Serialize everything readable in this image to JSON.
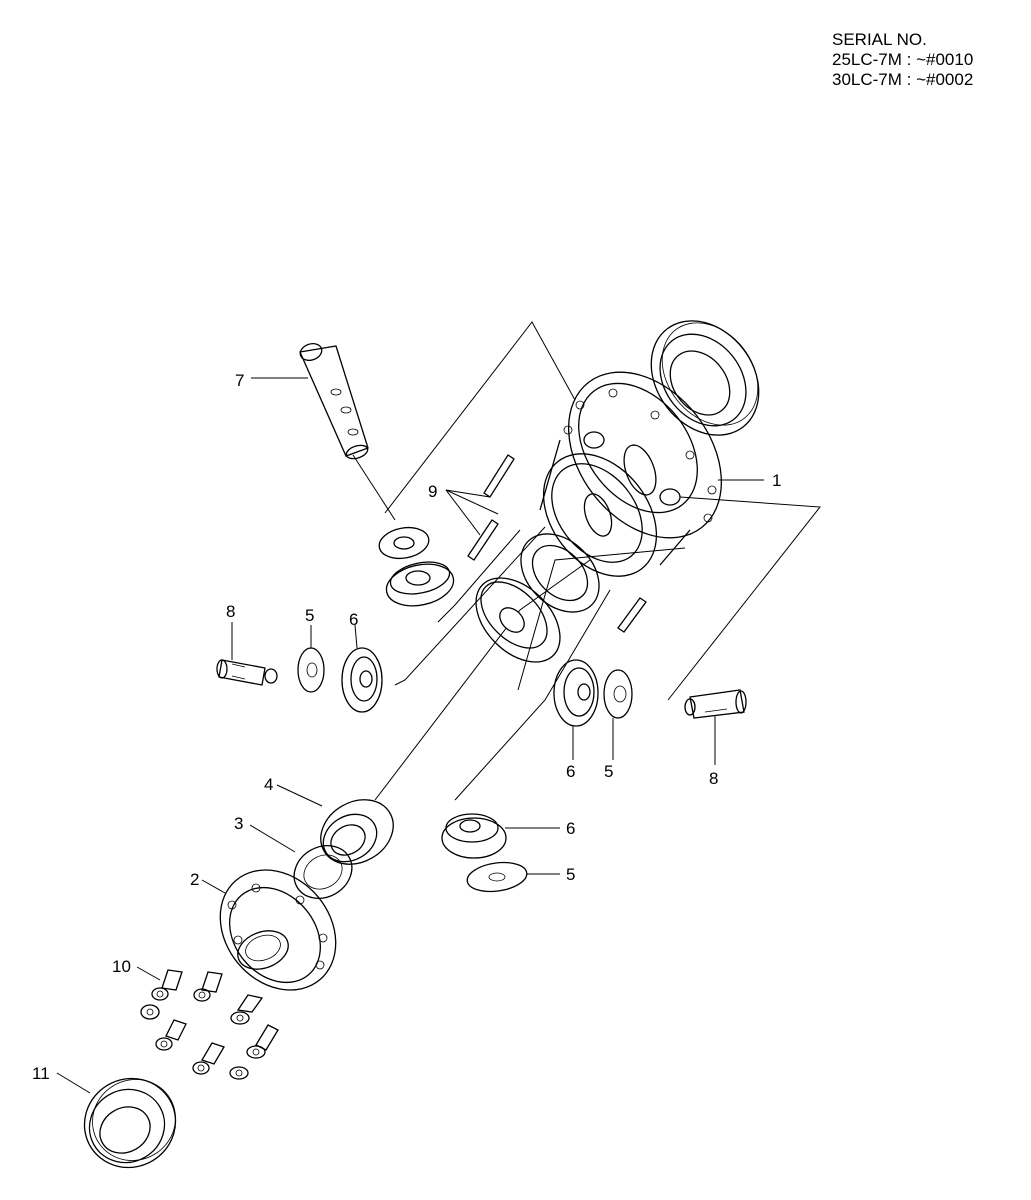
{
  "serial": {
    "heading": "SERIAL NO.",
    "line1": "25LC-7M : ~#0010",
    "line2": "30LC-7M : ~#0002"
  },
  "callouts": {
    "c1": "1",
    "c2": "2",
    "c3": "3",
    "c4": "4",
    "c5a": "5",
    "c5b": "5",
    "c5c": "5",
    "c6a": "6",
    "c6b": "6",
    "c6c": "6",
    "c7": "7",
    "c8a": "8",
    "c8b": "8",
    "c9": "9",
    "c10": "10",
    "c11": "11"
  }
}
